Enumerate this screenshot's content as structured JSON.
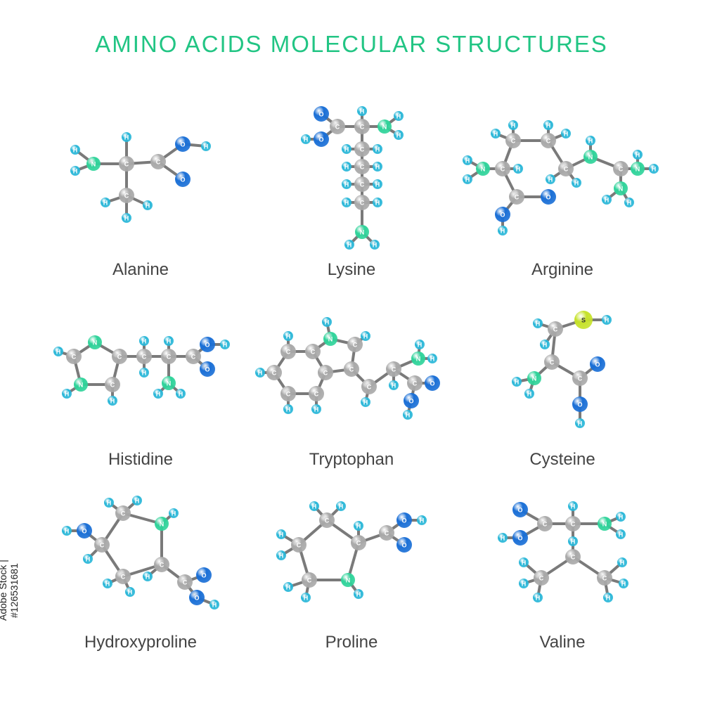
{
  "title": "AMINO ACIDS MOLECULAR STRUCTURES",
  "watermark": "Adobe Stock | #126531681",
  "colors": {
    "title": "#22c584",
    "carbon": "#a9a9a9",
    "hydrogen": "#2ab7d8",
    "nitrogen": "#2fd39a",
    "oxygen": "#1a6fd6",
    "sulfur": "#c6e22a",
    "bond": "#7a7a7a",
    "label": "#444444"
  },
  "molecules": [
    {
      "name": "Alanine"
    },
    {
      "name": "Lysine"
    },
    {
      "name": "Arginine"
    },
    {
      "name": "Histidine"
    },
    {
      "name": "Tryptophan"
    },
    {
      "name": "Cysteine"
    },
    {
      "name": "Hydroxyproline"
    },
    {
      "name": "Proline"
    },
    {
      "name": "Valine"
    }
  ]
}
